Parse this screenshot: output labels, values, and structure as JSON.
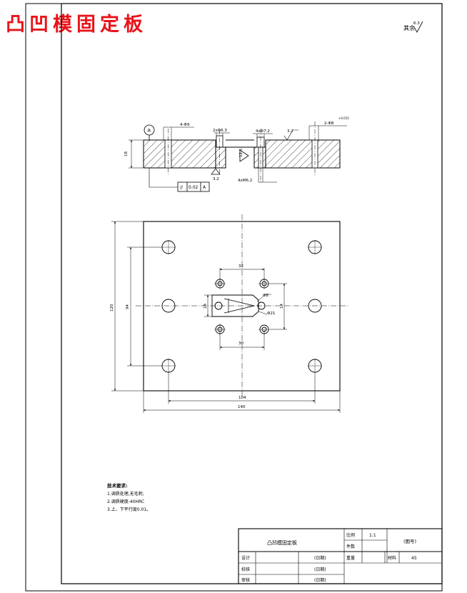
{
  "headline": "凸凹模固定板",
  "surface_finish": {
    "prefix": "其余",
    "value": "6.3"
  },
  "section_view": {
    "datum": "A",
    "holes_left": "4-Φ9",
    "holes_c1": "2xΦ6.3",
    "holes_c2": "4xΦ7.2",
    "rough_right": "3.2",
    "holes_right": "2-Φ8",
    "holes_right_tol": "+0.015",
    "thickness": "18",
    "inner_depth": "12.5",
    "rough_bottom": "3.2",
    "thread_bottom": "4xM6.2",
    "tolerance_frame": [
      "//",
      "0.02",
      "A"
    ]
  },
  "plan_view": {
    "dim_top": "32",
    "dim_bottom": "30",
    "dia_small": "Φ8",
    "dia_large": "Φ21",
    "dim_left_small": "18",
    "dim_right_small": "14",
    "dim_outer_height": "120",
    "dim_inner_height": "94",
    "dim_hole_span": "104",
    "dim_width": "140"
  },
  "notes": {
    "title": "技术要求:",
    "items": [
      "1.调质处理,无毛刺;",
      "2.调质硬度-40HRC",
      "3.上、下平行度0.01。"
    ]
  },
  "title_block": {
    "part_name": "凸凹模固定板",
    "label_scale": "比例",
    "scale": "1:1",
    "label_qty": "件数",
    "drawing_no": "(图号)",
    "label_design": "设计",
    "label_check": "校核",
    "label_review": "审核",
    "date_placeholder": "(日期)",
    "label_weight": "重量",
    "label_material": "材料",
    "material": "45"
  }
}
